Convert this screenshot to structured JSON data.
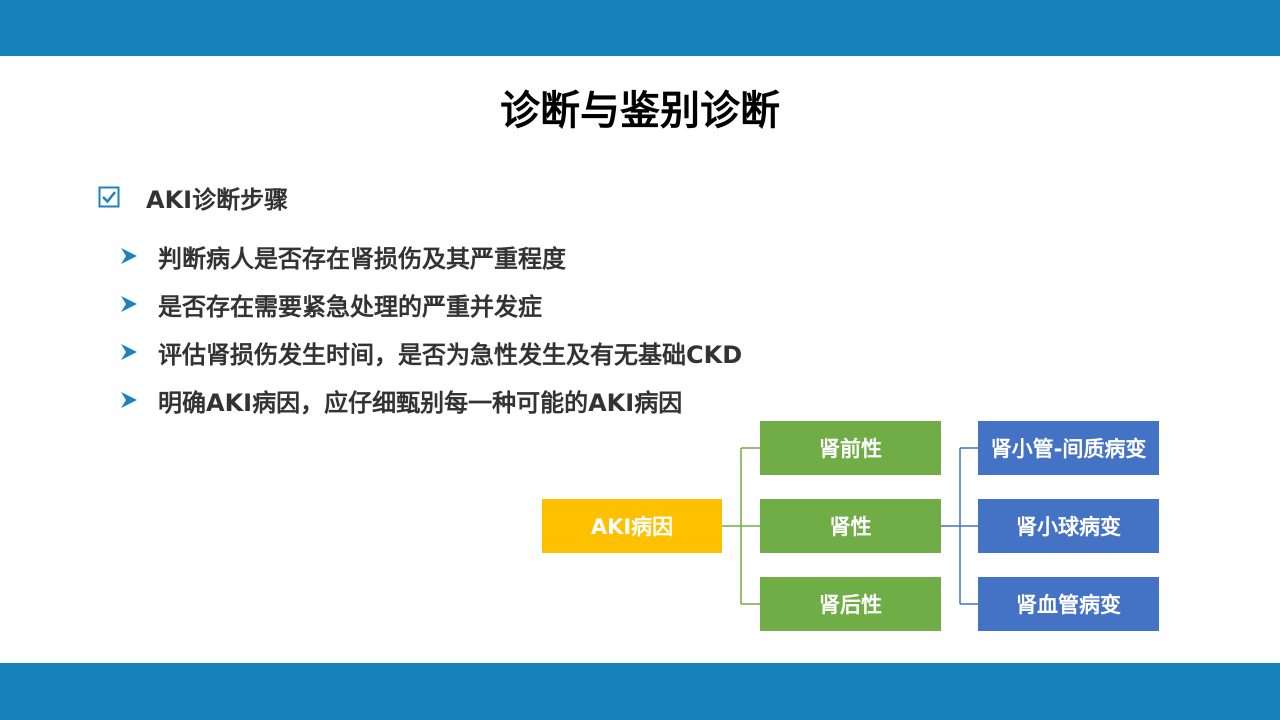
{
  "slide": {
    "title": "诊断与鉴别诊断",
    "heading": "AKI诊断步骤",
    "bullets": [
      "判断病人是否存在肾损伤及其严重程度",
      "是否存在需要紧急处理的严重并发症",
      "评估肾损伤发生时间，是否为急性发生及有无基础CKD",
      "明确AKI病因，应仔细甄别每一种可能的AKI病因"
    ]
  },
  "diagram": {
    "root": "AKI病因",
    "middle": [
      "肾前性",
      "肾性",
      "肾后性"
    ],
    "right": [
      "肾小管-间质病变",
      "肾小球病变",
      "肾血管病变"
    ]
  },
  "colors": {
    "band": "#1580BA",
    "root_box": "#FFC000",
    "middle_box": "#70AD47",
    "right_box": "#4472C4",
    "heading_text": "#333333",
    "icon": "#1F80BF"
  }
}
